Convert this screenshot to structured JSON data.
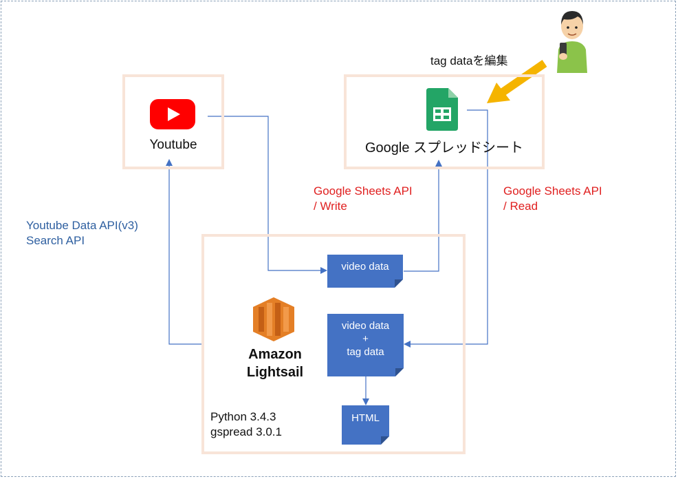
{
  "nodes": {
    "youtube": "Youtube",
    "google_sheets": "Google スプレッドシート",
    "lightsail_line1": "Amazon",
    "lightsail_line2": "Lightsail",
    "env_line1": "Python 3.4.3",
    "env_line2": "gspread 3.0.1"
  },
  "edges": {
    "youtube_api_line1": "Youtube Data API(v3)",
    "youtube_api_line2": "Search API",
    "sheets_write_line1": "Google Sheets API",
    "sheets_write_line2": "/ Write",
    "sheets_read_line1": "Google Sheets API",
    "sheets_read_line2": "/ Read",
    "user_action": "tag dataを編集"
  },
  "documents": {
    "video_data": "video data",
    "merged_line1": "video data",
    "merged_line2": "+",
    "merged_line3": "tag data",
    "html": "HTML"
  },
  "colors": {
    "box_border": "#f8e4d8",
    "doc_fill": "#4472c4",
    "arrow": "#4472c4",
    "api_red": "#e02020",
    "api_blue": "#2e5fa0",
    "user_arrow": "#f5b400",
    "youtube_red": "#ff0000",
    "sheets_green": "#23a566",
    "aws_orange": "#e47f26"
  },
  "icons": [
    "youtube-logo-icon",
    "google-sheets-icon",
    "aws-lightsail-icon",
    "user-with-phone-icon"
  ]
}
